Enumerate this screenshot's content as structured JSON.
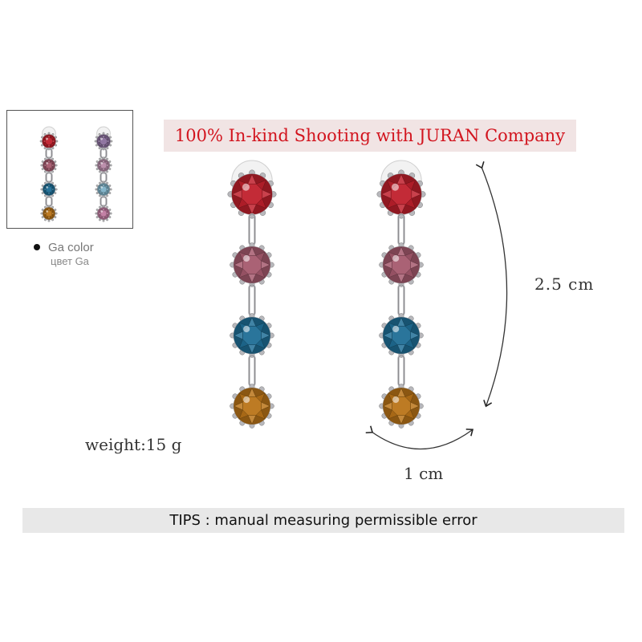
{
  "banner": {
    "text": "100% In-kind Shooting with JURAN Company"
  },
  "swatch": {
    "label": "Ga color",
    "label_ru": "цвет Ga"
  },
  "dimensions": {
    "height": "2.5 cm",
    "width": "1 cm"
  },
  "weight": {
    "text": "weight:15 g"
  },
  "tips": {
    "text": "TIPS : manual measuring permissible error"
  },
  "gems": {
    "colors": [
      "#c0202c",
      "#a65a6e",
      "#1f6e96",
      "#b97418"
    ],
    "thumb_ab_colors": [
      "#8a6f9c",
      "#b88aa8",
      "#7fb2c8",
      "#c07aa0"
    ],
    "metal": "#b8b8bc"
  },
  "colors": {
    "banner_text": "#d2141e",
    "banner_bg": "#f1e4e4",
    "tips_bg": "#e8e8e8"
  }
}
